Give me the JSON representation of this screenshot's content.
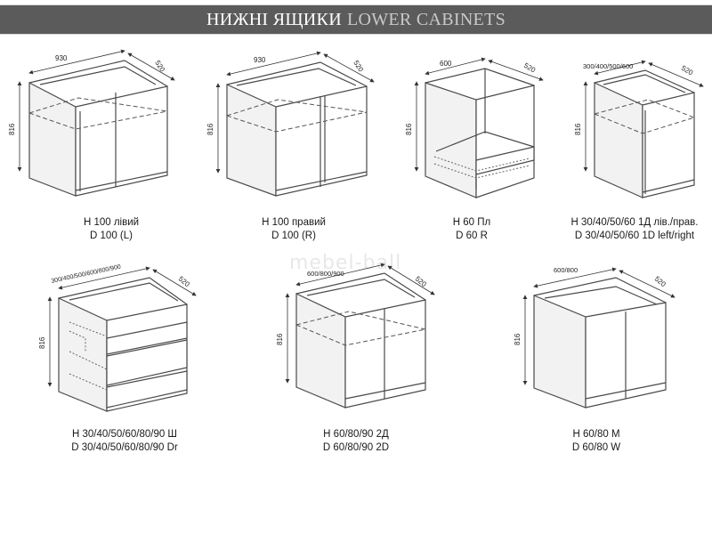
{
  "title": {
    "ua": "НИЖНІ ЯЩИКИ",
    "en": "LOWER CABINETS"
  },
  "watermark": "mebel-ball",
  "cabinets": [
    {
      "line1": "Н 100 лівий",
      "line2": "D 100 (L)",
      "width": "930",
      "depth": "520",
      "height": "816"
    },
    {
      "line1": "Н 100 правий",
      "line2": "D 100 (R)",
      "width": "930",
      "depth": "520",
      "height": "816"
    },
    {
      "line1": "Н 60 Пл",
      "line2": "D 60 R",
      "width": "600",
      "depth": "520",
      "height": "816"
    },
    {
      "line1": "Н 30/40/50/60 1Д лів./прав.",
      "line2": "D 30/40/50/60 1D left/right",
      "width": "300/400/500/600",
      "depth": "520",
      "height": "816"
    },
    {
      "line1": "Н 30/40/50/60/80/90 Ш",
      "line2": "D 30/40/50/60/80/90 Dr",
      "width": "300/400/500/600/800/900",
      "depth": "520",
      "height": "816"
    },
    {
      "line1": "Н 60/80/90 2Д",
      "line2": "D 60/80/90 2D",
      "width": "600/800/900",
      "depth": "520",
      "height": "816"
    },
    {
      "line1": "Н 60/80 М",
      "line2": "D 60/80 W",
      "width": "600/800",
      "depth": "520",
      "height": "816"
    }
  ]
}
